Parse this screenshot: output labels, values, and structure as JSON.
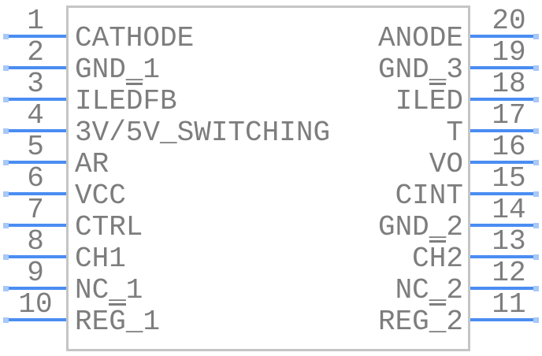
{
  "component": {
    "pin_count": 20,
    "left_pins": [
      {
        "number": "1",
        "name": "CATHODE",
        "overbar_index": null
      },
      {
        "number": "2",
        "name": "GND_1",
        "overbar_index": null
      },
      {
        "number": "3",
        "name": "ILEDFB",
        "overbar_index": 3
      },
      {
        "number": "4",
        "name": "3V/5V_SWITCHING",
        "overbar_index": null
      },
      {
        "number": "5",
        "name": "AR",
        "overbar_index": null
      },
      {
        "number": "6",
        "name": "VCC",
        "overbar_index": null
      },
      {
        "number": "7",
        "name": "CTRL",
        "overbar_index": null
      },
      {
        "number": "8",
        "name": "CH1",
        "overbar_index": null
      },
      {
        "number": "9",
        "name": "NC_1",
        "overbar_index": null
      },
      {
        "number": "10",
        "name": "REG_1",
        "overbar_index": 2
      }
    ],
    "right_pins": [
      {
        "number": "20",
        "name": "ANODE",
        "overbar_index": null
      },
      {
        "number": "19",
        "name": "GND_3",
        "overbar_index": null
      },
      {
        "number": "18",
        "name": "ILED",
        "overbar_index": 2
      },
      {
        "number": "17",
        "name": "T",
        "overbar_index": null
      },
      {
        "number": "16",
        "name": "VO",
        "overbar_index": null
      },
      {
        "number": "15",
        "name": "CINT",
        "overbar_index": null
      },
      {
        "number": "14",
        "name": "GND_2",
        "overbar_index": null
      },
      {
        "number": "13",
        "name": "CH2",
        "overbar_index": 1
      },
      {
        "number": "12",
        "name": "NC_2",
        "overbar_index": null
      },
      {
        "number": "11",
        "name": "REG_2",
        "overbar_index": 3
      }
    ],
    "colors": {
      "pin_line": "#4b8df2",
      "pin_endpoint": "#a7c8f8",
      "text": "#7d7d7d",
      "body_border": "#c5c5c5",
      "background": "#ffffff"
    }
  }
}
